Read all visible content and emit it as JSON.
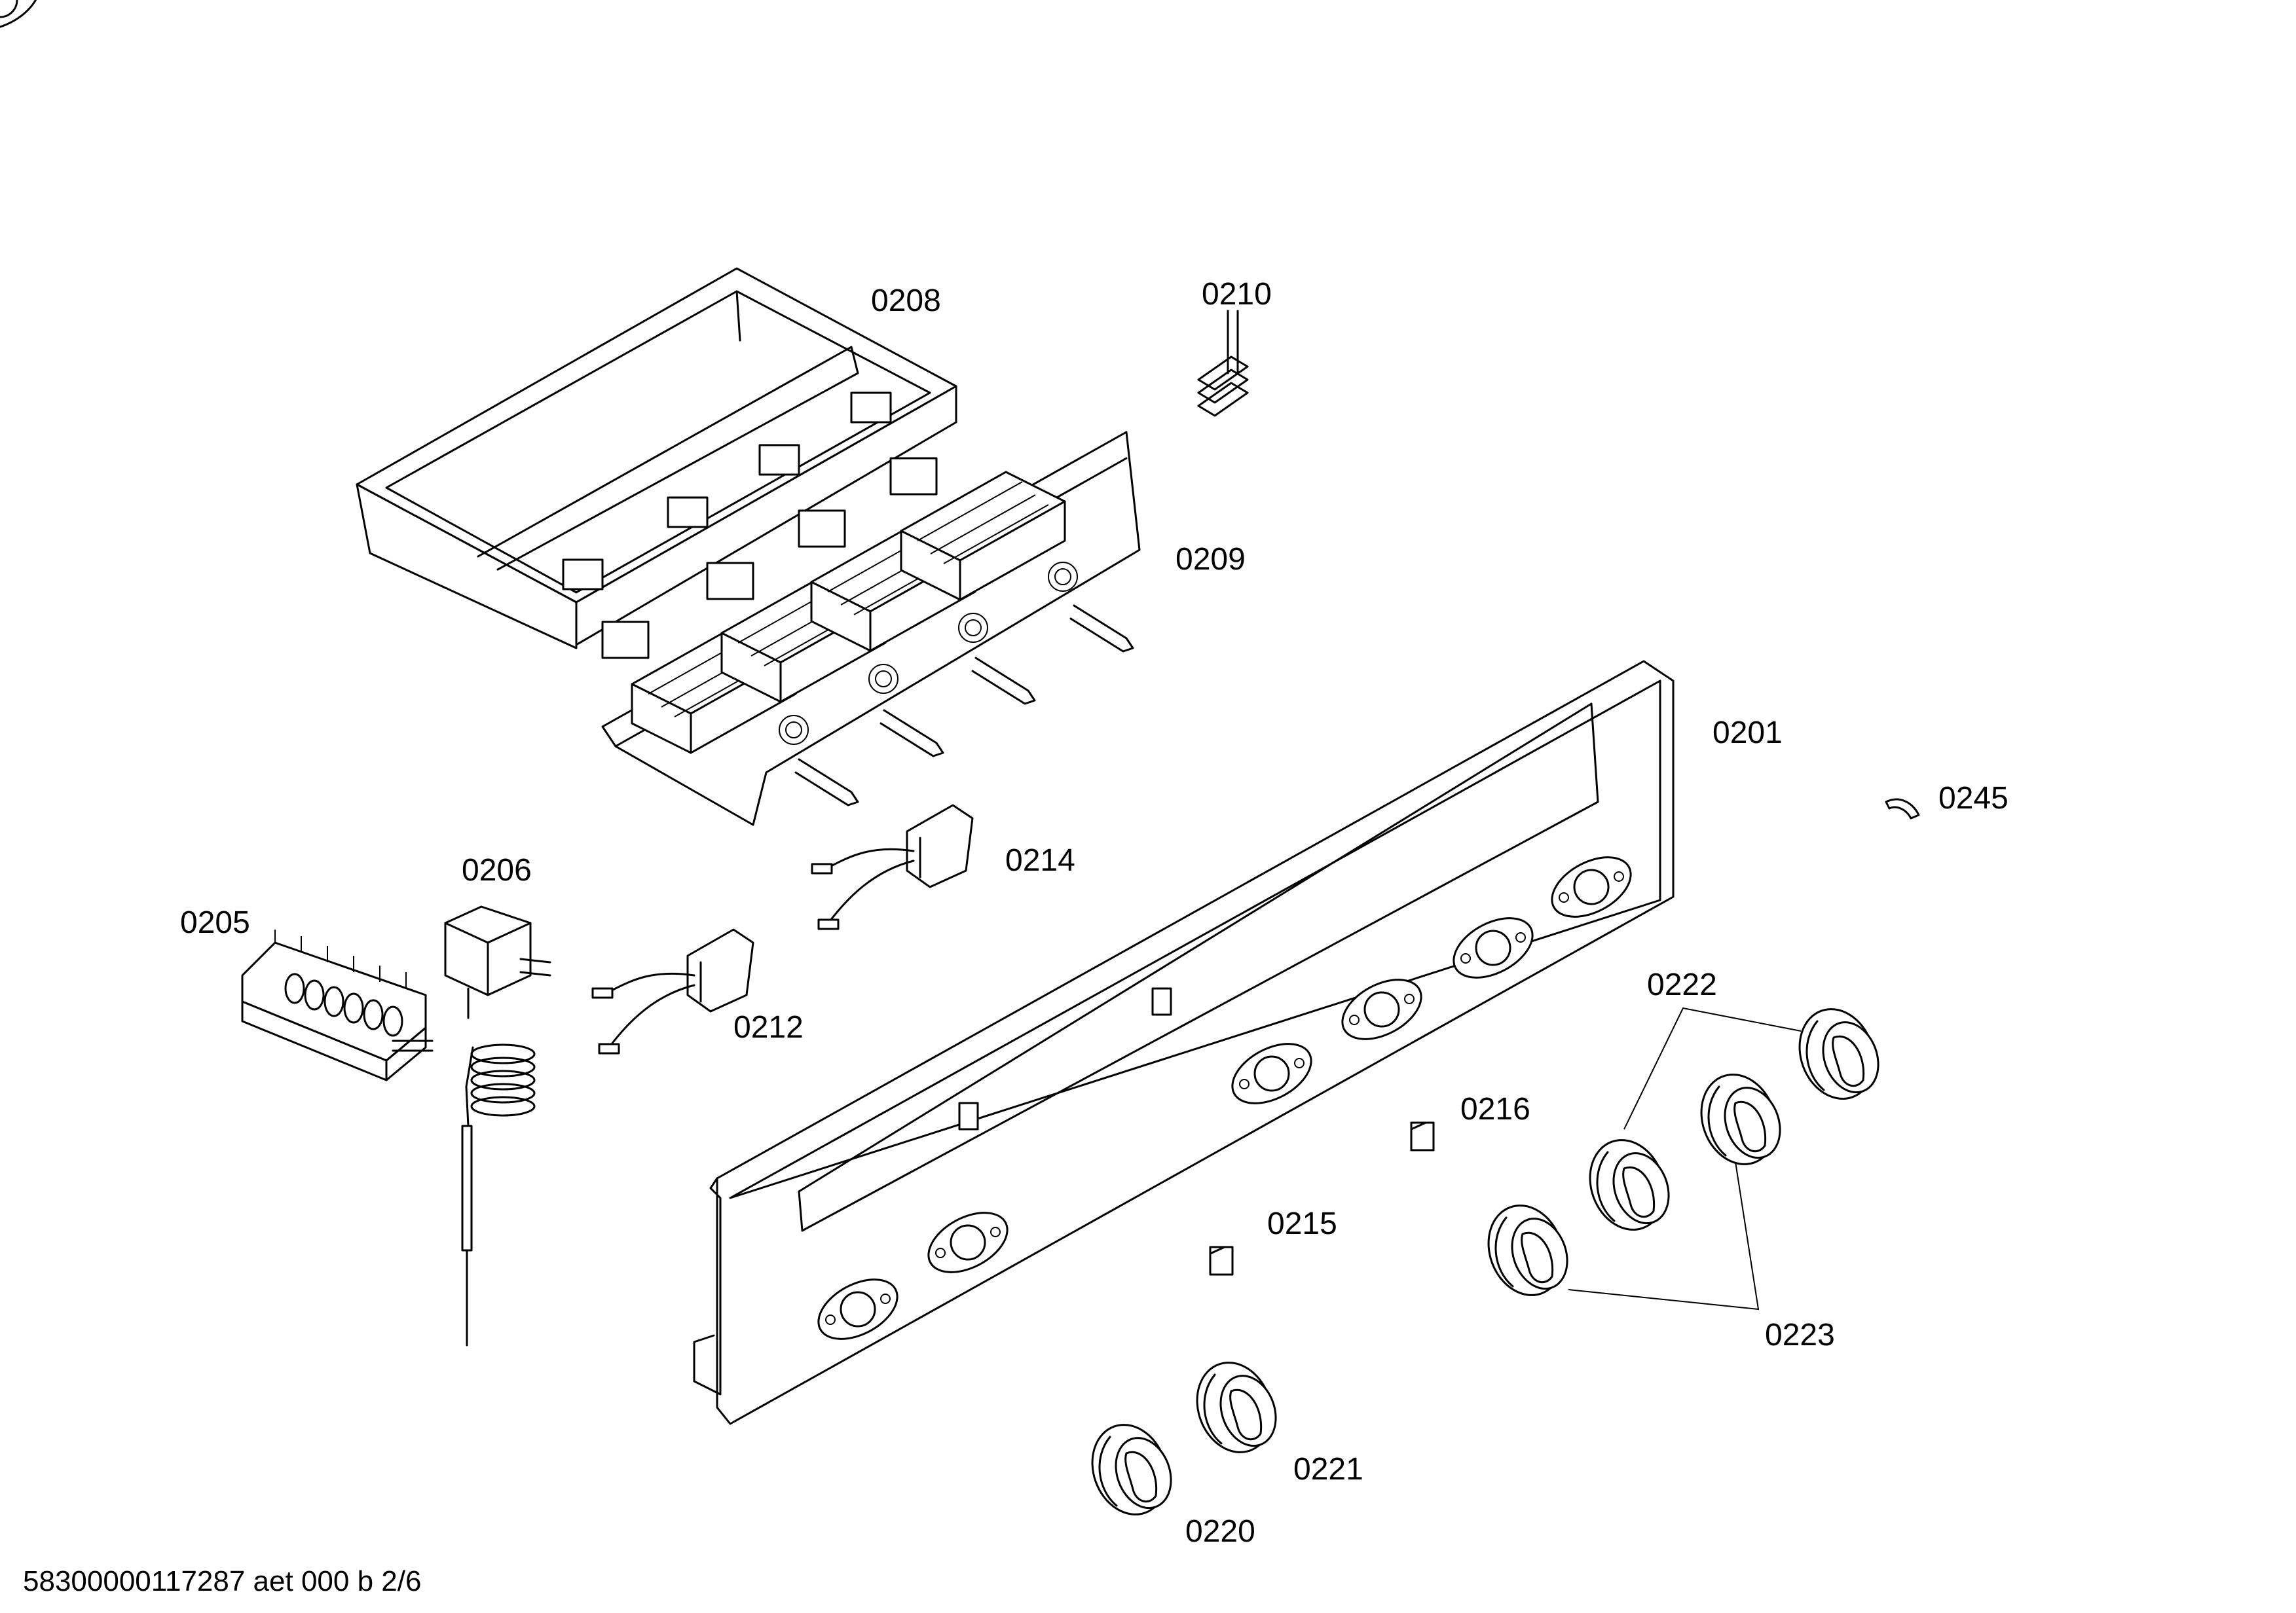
{
  "labels": {
    "p0201": "0201",
    "p0205": "0205",
    "p0206": "0206",
    "p0208": "0208",
    "p0209": "0209",
    "p0210": "0210",
    "p0212": "0212",
    "p0214": "0214",
    "p0215": "0215",
    "p0216": "0216",
    "p0220": "0220",
    "p0221": "0221",
    "p0222": "0222",
    "p0223": "0223",
    "p0245": "0245"
  },
  "footer": "58300000117287 aet 000 b 2/6"
}
